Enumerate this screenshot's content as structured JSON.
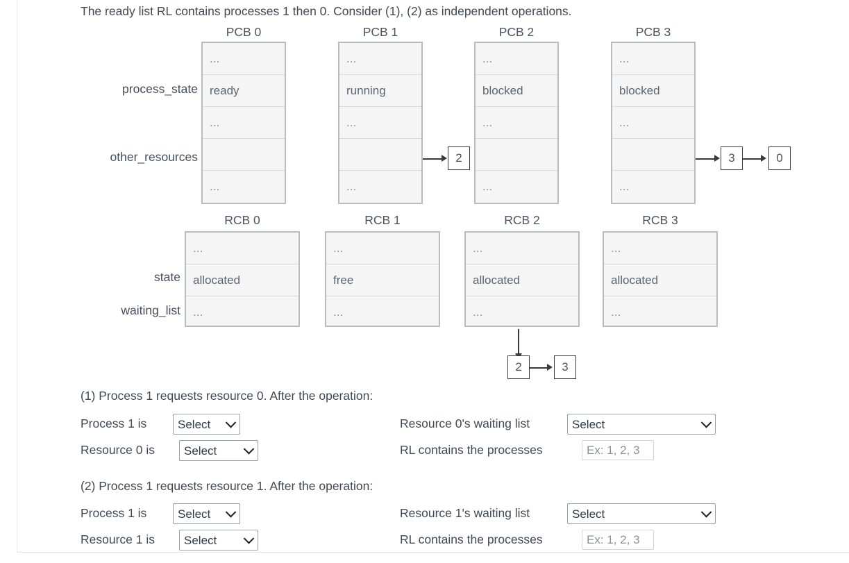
{
  "intro": "The ready list RL contains processes 1 then 0. Consider (1), (2) as independent operations.",
  "diagram": {
    "pcb_row_labels": {
      "process_state": "process_state",
      "other_resources": "other_resources"
    },
    "rcb_row_labels": {
      "state": "state",
      "waiting_list": "waiting_list"
    },
    "dots": "...",
    "pcbs": [
      {
        "title": "PCB 0",
        "process_state": "ready",
        "links": []
      },
      {
        "title": "PCB 1",
        "process_state": "running",
        "links": [
          "2"
        ]
      },
      {
        "title": "PCB 2",
        "process_state": "blocked",
        "links": []
      },
      {
        "title": "PCB 3",
        "process_state": "blocked",
        "links": [
          "3",
          "0"
        ]
      }
    ],
    "rcbs": [
      {
        "title": "RCB 0",
        "state": "allocated",
        "waiting_list": []
      },
      {
        "title": "RCB 1",
        "state": "free",
        "waiting_list": []
      },
      {
        "title": "RCB 2",
        "state": "allocated",
        "waiting_list": [
          "2",
          "3"
        ]
      },
      {
        "title": "RCB 3",
        "state": "allocated",
        "waiting_list": []
      }
    ]
  },
  "questions": [
    {
      "heading": "(1) Process 1 requests resource 0. After the operation:",
      "process_label": "Process 1 is",
      "process_select": {
        "value": "Select",
        "options": [
          "Select"
        ]
      },
      "resource_label": "Resource 0 is",
      "resource_select": {
        "value": "Select",
        "options": [
          "Select"
        ]
      },
      "waiting_label": "Resource 0's waiting list",
      "waiting_select": {
        "value": "Select",
        "options": [
          "Select"
        ]
      },
      "rl_label": "RL contains the processes",
      "rl_input": {
        "value": "",
        "placeholder": "Ex: 1, 2, 3"
      }
    },
    {
      "heading": "(2) Process 1 requests resource 1. After the operation:",
      "process_label": "Process 1 is",
      "process_select": {
        "value": "Select",
        "options": [
          "Select"
        ]
      },
      "resource_label": "Resource 1 is",
      "resource_select": {
        "value": "Select",
        "options": [
          "Select"
        ]
      },
      "waiting_label": "Resource 1's waiting list",
      "waiting_select": {
        "value": "Select",
        "options": [
          "Select"
        ]
      },
      "rl_label": "RL contains the processes",
      "rl_input": {
        "value": "",
        "placeholder": "Ex: 1, 2, 3"
      }
    }
  ],
  "colors": {
    "block_border": "#b9bcbf",
    "block_fill": "#f5f5f5",
    "text": "#3f4a54",
    "muted": "#8d9096",
    "arrow": "#3a3a3a"
  }
}
